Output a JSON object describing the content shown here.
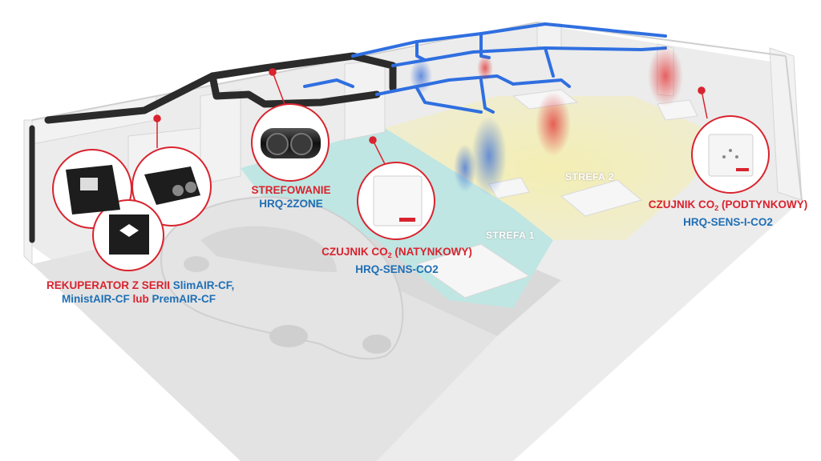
{
  "zones": {
    "zone1": "STREFA 1",
    "zone2": "STREFA 2"
  },
  "callouts": {
    "zoning": {
      "title": "STREFOWANIE",
      "model": "HRQ-2ZONE"
    },
    "co2_wall": {
      "prefix": "CZUJNIK CO",
      "sub": "2",
      "suffix": " (NATYNKOWY)",
      "model": "HRQ-SENS-CO2"
    },
    "co2_flush": {
      "prefix": "CZUJNIK CO",
      "sub": "2",
      "suffix": " (PODTYNKOWY)",
      "model": "HRQ-SENS-I-CO2"
    },
    "recuperator": {
      "red1": "REKUPERATOR Z SERII ",
      "blue1": "SlimAIR-CF,",
      "blue2": "MinistAIR-CF",
      "red2": " lub ",
      "blue3": "PremAIR-CF"
    }
  },
  "colors": {
    "accent_red": "#d9232e",
    "accent_blue": "#1f6fb5",
    "zone1_floor": "#bfe6e2",
    "zone2_floor": "#f3ecb0",
    "duct_dark": "#2b2b2b",
    "duct_blue": "#2f6fe0"
  }
}
